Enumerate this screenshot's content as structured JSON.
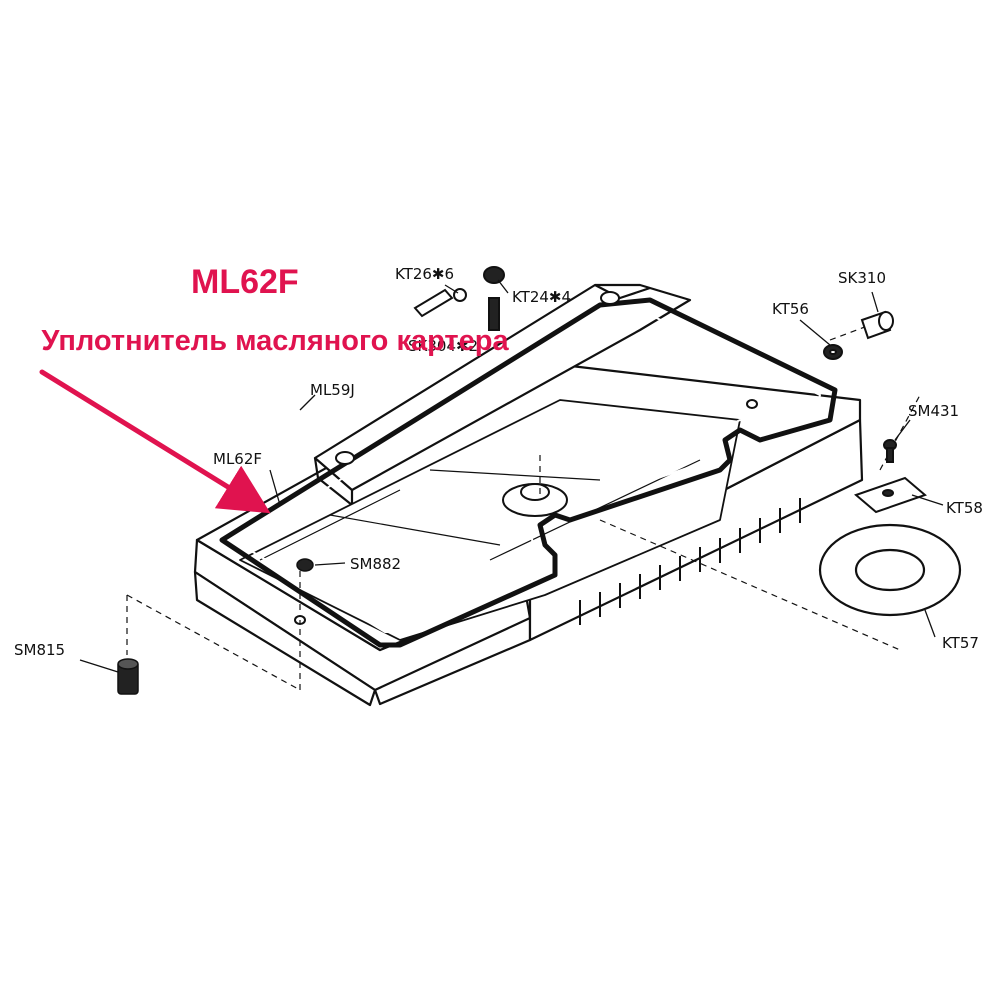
{
  "highlight": {
    "part_code": "ML62F",
    "description": "Уплотнитель масляного картера",
    "accent_color": "#e0134f"
  },
  "labels": {
    "kt26": "KT26✱6",
    "kt24": "KT24✱4",
    "sk304": "SK304✱2",
    "sk310": "SK310",
    "kt56": "KT56",
    "ml59j": "ML59J",
    "sm431": "SM431",
    "ml62f": "ML62F",
    "kt58": "KT58",
    "sm882": "SM882",
    "sm815": "SM815",
    "kt57": "KT57"
  }
}
